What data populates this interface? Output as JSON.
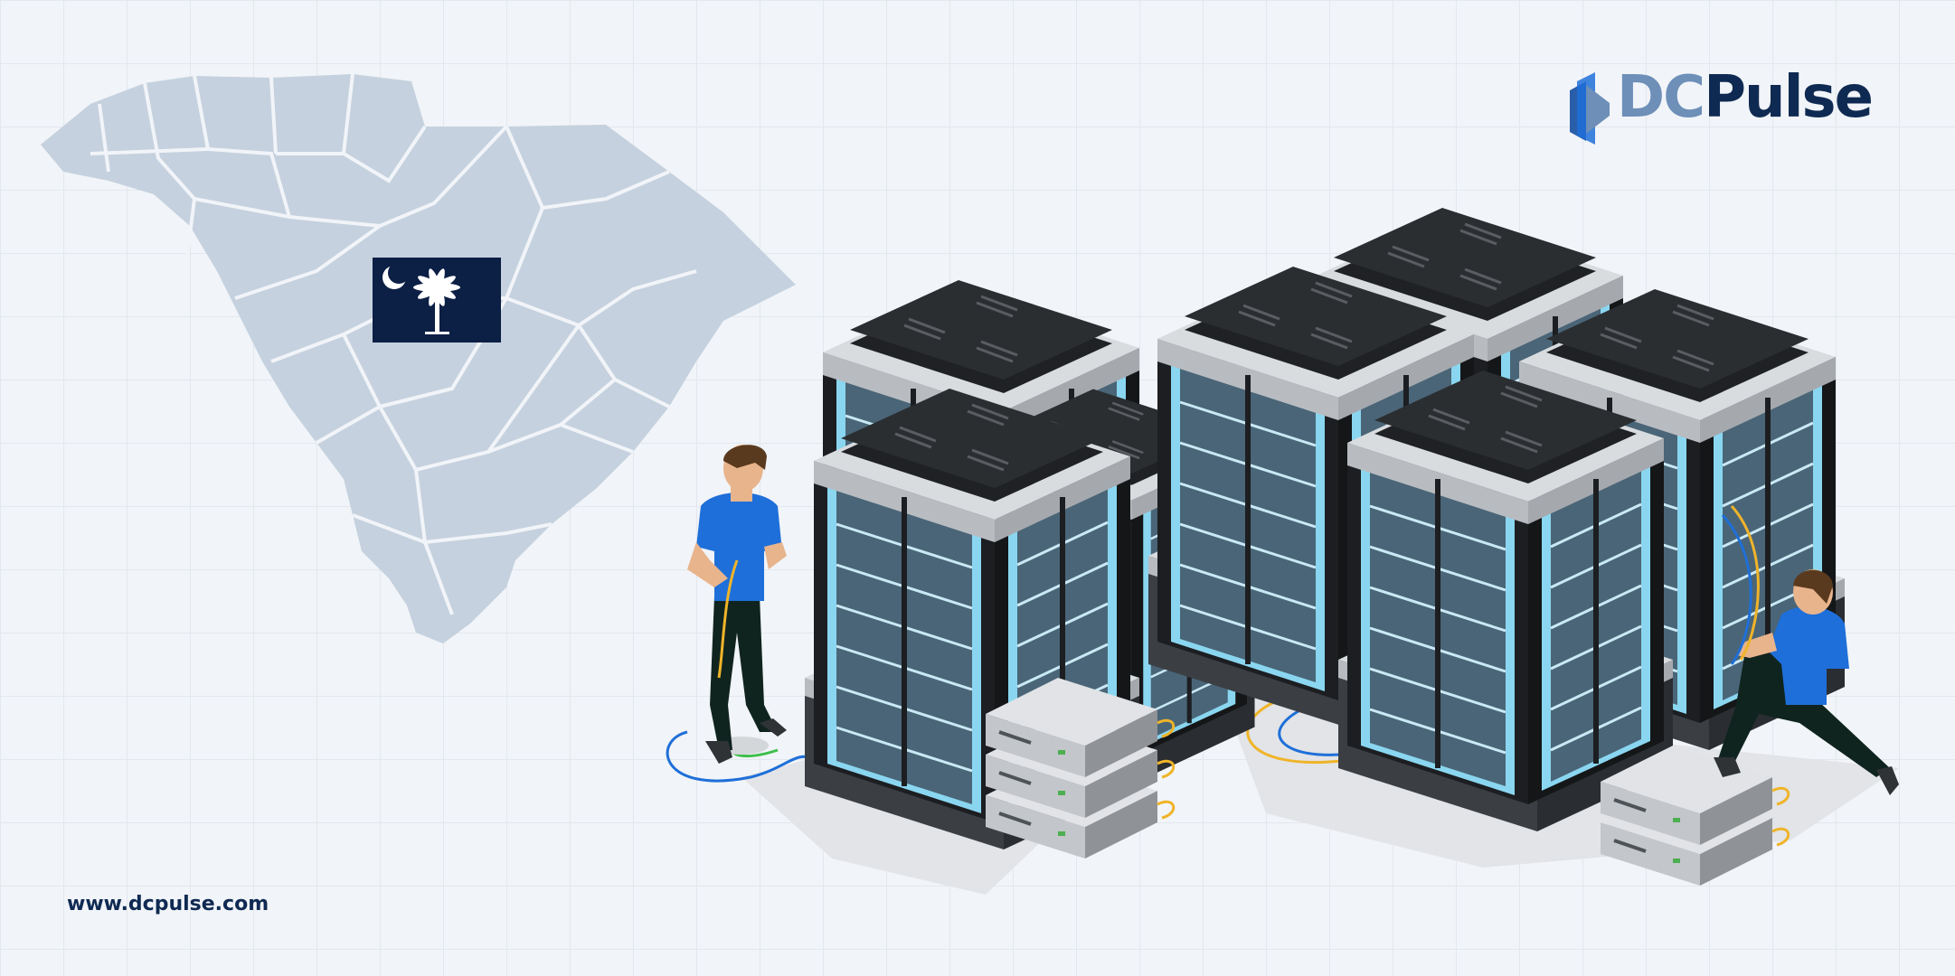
{
  "brand": {
    "name_part1": "DC",
    "name_part2": "Pulse",
    "colors": {
      "primary": "#0f2a52",
      "secondary": "#6d8fb8",
      "accent": "#1e6fd9"
    }
  },
  "footer": {
    "website": "www.dcpulse.com"
  },
  "illustration": {
    "map_region": "south-carolina-map",
    "flag": "south-carolina-flag",
    "colors": {
      "map": "#c5d1de",
      "flag": "#0c1f45",
      "rack_glass": "#5cc0e8",
      "shirt": "#1e6fd9"
    }
  }
}
